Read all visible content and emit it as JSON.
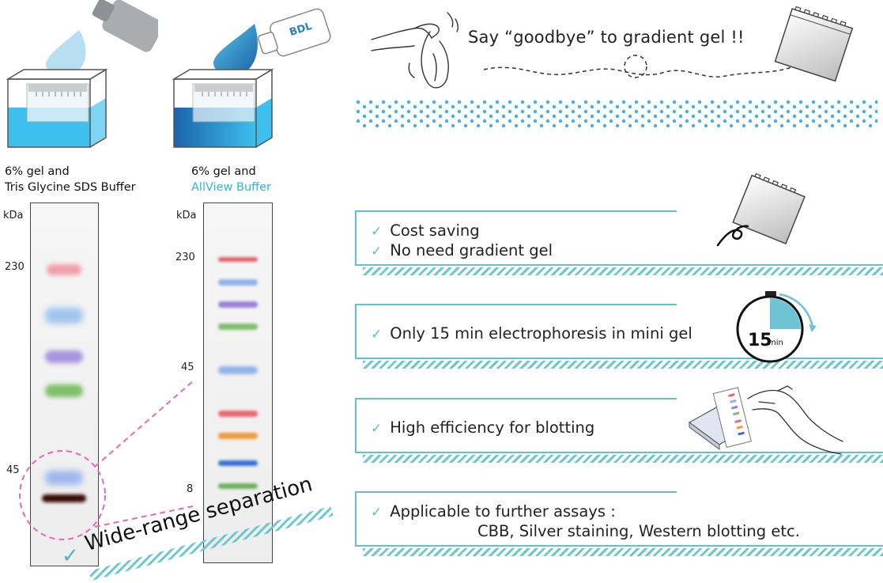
{
  "left_panel": {
    "tank1_caption_line1": "6% gel and",
    "tank1_caption_line2": "Tris Glycine SDS Buffer",
    "tank2_caption_line1": "6% gel and",
    "tank2_caption_line2": "AllView Buffer",
    "bottle_logo": "BDL",
    "kda_label": "kDa",
    "gel1_markers": [
      "230",
      "45"
    ],
    "gel2_markers": [
      "230",
      "45",
      "8"
    ],
    "wide_range_label": "Wide-range separation"
  },
  "right_panel": {
    "headline_prefix": "Say ",
    "headline_quote": "“goodbye”",
    "headline_suffix": " to gradient gel !!",
    "features": [
      {
        "lines": [
          "Cost saving",
          "No need gradient gel"
        ]
      },
      {
        "lines": [
          "Only 15 min electrophoresis in mini gel"
        ]
      },
      {
        "lines": [
          "High efficiency for blotting"
        ]
      },
      {
        "lines": [
          "Applicable to further assays :",
          "CBB, Silver staining, Western blotting etc."
        ]
      }
    ],
    "timer_number": "15",
    "timer_unit": "min"
  },
  "colors": {
    "accent_blue": "#2bb5e0",
    "teal": "#5ec3cc",
    "pink_dash": "#e868b8"
  },
  "icons": [
    "check-icon",
    "timer-icon",
    "gel-comb-icon",
    "waving-hand-icon",
    "blotting-hand-icon",
    "bottle-icon",
    "buffer-drop-icon",
    "gel-tank-icon"
  ]
}
